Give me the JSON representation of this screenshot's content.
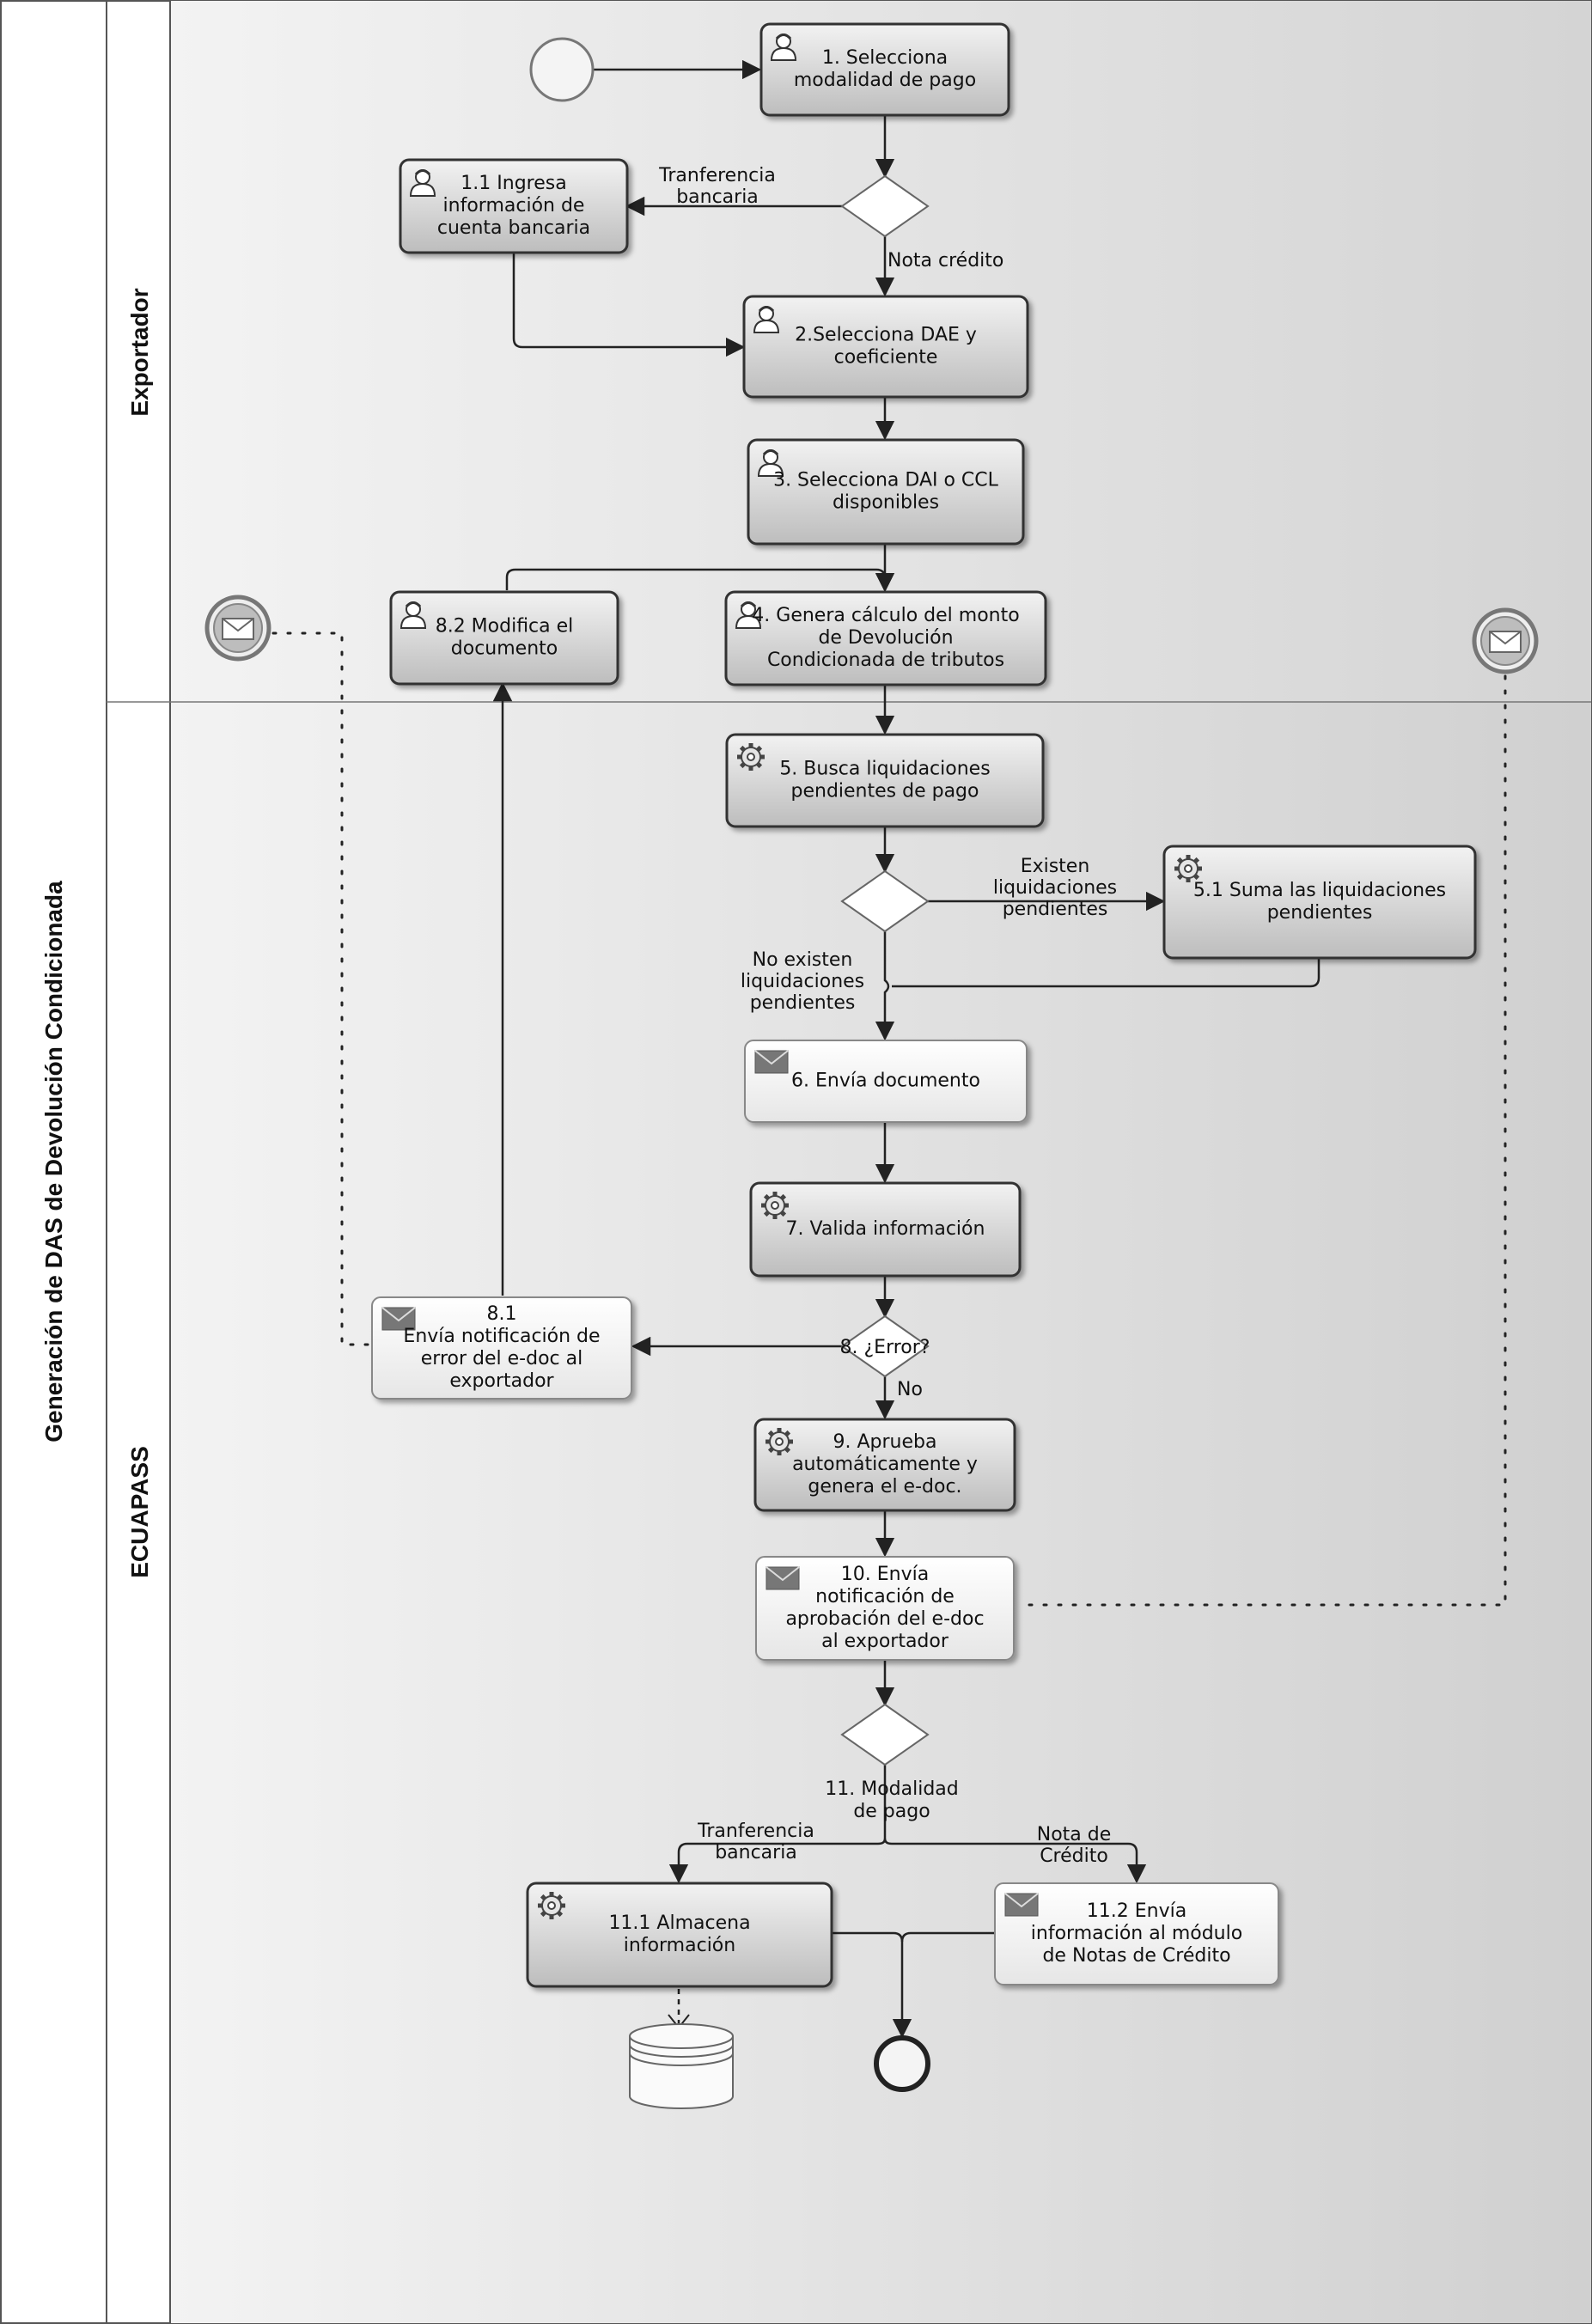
{
  "pool": {
    "title": "Generación de DAS de Devolución Condicionada"
  },
  "lanes": [
    {
      "id": "exportador",
      "title": "Exportador"
    },
    {
      "id": "ecuapass",
      "title": "ECUAPASS"
    }
  ],
  "tasks": [
    {
      "id": "t1",
      "type": "user",
      "lines": [
        "1. Selecciona",
        "modalidad de pago"
      ]
    },
    {
      "id": "t1_1",
      "type": "user",
      "lines": [
        "1.1 Ingresa",
        "información de",
        "cuenta bancaria"
      ]
    },
    {
      "id": "t2",
      "type": "user",
      "lines": [
        "2.Selecciona DAE y",
        "coeficiente"
      ]
    },
    {
      "id": "t3",
      "type": "user",
      "lines": [
        "3. Selecciona DAI o CCL",
        "disponibles"
      ]
    },
    {
      "id": "t8_2",
      "type": "user",
      "lines": [
        "8.2 Modifica el",
        "documento"
      ]
    },
    {
      "id": "t4",
      "type": "user",
      "lines": [
        "4. Genera cálculo del monto",
        "de Devolución",
        "Condicionada de tributos"
      ]
    },
    {
      "id": "t5",
      "type": "service",
      "lines": [
        "5. Busca liquidaciones",
        "pendientes de pago"
      ]
    },
    {
      "id": "t5_1",
      "type": "service",
      "lines": [
        "5.1 Suma las liquidaciones",
        "pendientes"
      ]
    },
    {
      "id": "t6",
      "type": "send",
      "lines": [
        "6. Envía documento"
      ]
    },
    {
      "id": "t7",
      "type": "service",
      "lines": [
        "7. Valida información"
      ]
    },
    {
      "id": "t8_1",
      "type": "send",
      "lines": [
        "8.1",
        "Envía notificación de",
        "error del e-doc al",
        "exportador"
      ]
    },
    {
      "id": "t9",
      "type": "service",
      "lines": [
        "9. Aprueba",
        "automáticamente y",
        "genera el e-doc."
      ]
    },
    {
      "id": "t10",
      "type": "send",
      "lines": [
        "10. Envía",
        "notificación de",
        "aprobación del e-doc",
        "al exportador"
      ]
    },
    {
      "id": "t11_1",
      "type": "service",
      "lines": [
        "11.1 Almacena",
        "información"
      ]
    },
    {
      "id": "t11_2",
      "type": "send",
      "lines": [
        "11.2 Envía",
        "información al módulo",
        "de Notas de Crédito"
      ]
    }
  ],
  "gateways": [
    {
      "id": "g1",
      "label": ""
    },
    {
      "id": "g5",
      "label": ""
    },
    {
      "id": "g8",
      "label": "8. ¿Error?"
    },
    {
      "id": "g11",
      "lines": [
        "11. Modalidad",
        "de pago"
      ]
    }
  ],
  "flow_labels": {
    "g1_transfer": [
      "Tranferencia",
      "bancaria"
    ],
    "g1_credit": "Nota crédito",
    "g5_exist": [
      "Existen",
      "liquidaciones",
      "pendientes"
    ],
    "g5_none": [
      "No existen",
      "liquidaciones",
      "pendientes"
    ],
    "g8_no": "No",
    "g11_transfer": [
      "Tranferencia",
      "bancaria"
    ],
    "g11_credit": [
      "Nota de",
      "Crédito"
    ]
  },
  "events": {
    "start": "start-event",
    "end": "end-event",
    "message_left": "envelope-icon",
    "message_right": "envelope-icon",
    "datastore": "database-icon"
  },
  "colors": {
    "lane_fill": "#d7d7d7",
    "lane_header": "#ebebeb",
    "task_gray": "#cfcfcf",
    "task_light": "#f2f2f2",
    "stroke": "#333333"
  }
}
